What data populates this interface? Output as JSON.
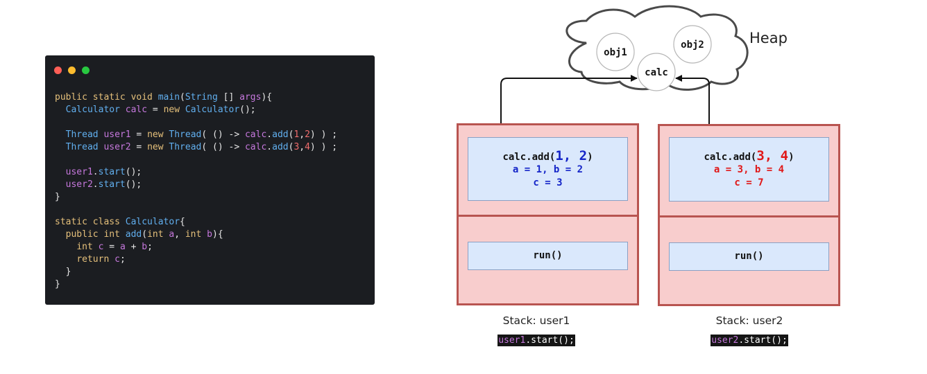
{
  "editor": {
    "dot_colors": [
      "#ff5f57",
      "#febc2e",
      "#28c840"
    ],
    "lines": [
      [
        [
          "kw",
          "public static void "
        ],
        [
          "f",
          "main"
        ],
        [
          "p",
          "("
        ],
        [
          "t",
          "String"
        ],
        [
          "p",
          " [] "
        ],
        [
          "v",
          "args"
        ],
        [
          "p",
          "){"
        ]
      ],
      [
        [
          "p",
          "  "
        ],
        [
          "t",
          "Calculator"
        ],
        [
          "v",
          " calc "
        ],
        [
          "p",
          "= "
        ],
        [
          "kw",
          "new "
        ],
        [
          "t",
          "Calculator"
        ],
        [
          "p",
          "();"
        ]
      ],
      [],
      [
        [
          "p",
          "  "
        ],
        [
          "t",
          "Thread"
        ],
        [
          "v",
          " user1 "
        ],
        [
          "p",
          "= "
        ],
        [
          "kw",
          "new "
        ],
        [
          "t",
          "Thread"
        ],
        [
          "p",
          "( () -> "
        ],
        [
          "v",
          "calc"
        ],
        [
          "p",
          "."
        ],
        [
          "f",
          "add"
        ],
        [
          "p",
          "("
        ],
        [
          "n",
          "1"
        ],
        [
          "p",
          ","
        ],
        [
          "n",
          "2"
        ],
        [
          "p",
          ") ) ;"
        ]
      ],
      [
        [
          "p",
          "  "
        ],
        [
          "t",
          "Thread"
        ],
        [
          "v",
          " user2 "
        ],
        [
          "p",
          "= "
        ],
        [
          "kw",
          "new "
        ],
        [
          "t",
          "Thread"
        ],
        [
          "p",
          "( () -> "
        ],
        [
          "v",
          "calc"
        ],
        [
          "p",
          "."
        ],
        [
          "f",
          "add"
        ],
        [
          "p",
          "("
        ],
        [
          "n",
          "3"
        ],
        [
          "p",
          ","
        ],
        [
          "n",
          "4"
        ],
        [
          "p",
          ") ) ;"
        ]
      ],
      [],
      [
        [
          "p",
          "  "
        ],
        [
          "v",
          "user1"
        ],
        [
          "p",
          "."
        ],
        [
          "f",
          "start"
        ],
        [
          "p",
          "();"
        ]
      ],
      [
        [
          "p",
          "  "
        ],
        [
          "v",
          "user2"
        ],
        [
          "p",
          "."
        ],
        [
          "f",
          "start"
        ],
        [
          "p",
          "();"
        ]
      ],
      [
        [
          "p",
          "}"
        ]
      ],
      [],
      [
        [
          "kw",
          "static class "
        ],
        [
          "t",
          "Calculator"
        ],
        [
          "p",
          "{"
        ]
      ],
      [
        [
          "p",
          "  "
        ],
        [
          "kw",
          "public int "
        ],
        [
          "f",
          "add"
        ],
        [
          "p",
          "("
        ],
        [
          "kw",
          "int "
        ],
        [
          "v",
          "a"
        ],
        [
          "p",
          ", "
        ],
        [
          "kw",
          "int "
        ],
        [
          "v",
          "b"
        ],
        [
          "p",
          "){"
        ]
      ],
      [
        [
          "p",
          "    "
        ],
        [
          "kw",
          "int "
        ],
        [
          "v",
          "c "
        ],
        [
          "p",
          "= "
        ],
        [
          "v",
          "a "
        ],
        [
          "p",
          "+ "
        ],
        [
          "v",
          "b"
        ],
        [
          "p",
          ";"
        ]
      ],
      [
        [
          "p",
          "    "
        ],
        [
          "kw",
          "return "
        ],
        [
          "v",
          "c"
        ],
        [
          "p",
          ";"
        ]
      ],
      [
        [
          "p",
          "  }"
        ]
      ],
      [
        [
          "p",
          "}"
        ]
      ]
    ]
  },
  "heap": {
    "label": "Heap",
    "objects": [
      "obj1",
      "obj2",
      "calc"
    ]
  },
  "stacks": [
    {
      "call_prefix": "calc.add(",
      "arg1": "1",
      "sep": ", ",
      "arg2": "2",
      "call_suffix": ")",
      "params": "a = 1, b = 2",
      "result": "c = 3",
      "run": "run()",
      "label": "Stack: user1",
      "start_var": "user1",
      "start_call": ".start();"
    },
    {
      "call_prefix": "calc.add(",
      "arg1": "3",
      "sep": ", ",
      "arg2": "4",
      "call_suffix": ")",
      "params": "a = 3, b = 4",
      "result": "c = 7",
      "run": "run()",
      "label": "Stack: user2",
      "start_var": "user2",
      "start_call": ".start();"
    }
  ],
  "colors": {
    "stack_fill": "#f8cdcd",
    "stack_border": "#b85450",
    "frame_fill": "#dae8fc",
    "user1_accent": "#1525c8",
    "user2_accent": "#e01818",
    "editor_bg": "#1b1d21"
  }
}
